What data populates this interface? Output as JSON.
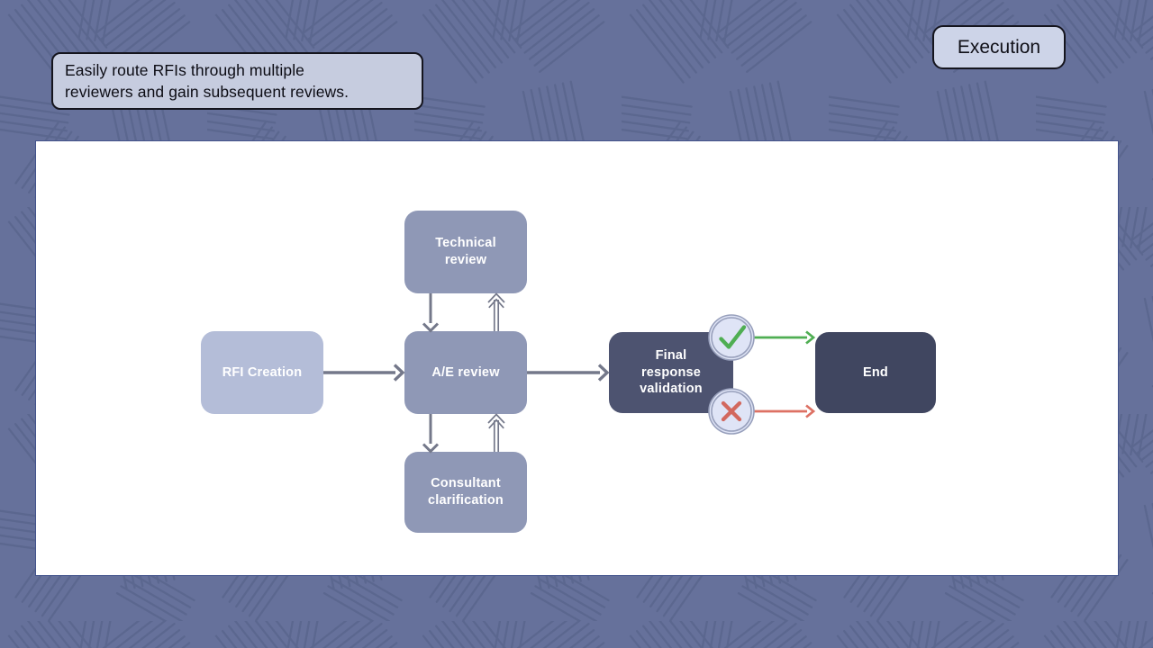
{
  "slide": {
    "badge": {
      "label": "Execution"
    },
    "caption": {
      "lines": [
        "Easily route RFIs through multiple",
        "reviewers and gain subsequent reviews."
      ]
    }
  },
  "diagram": {
    "nodes": [
      {
        "id": "rfi-creation",
        "label": "RFI Creation",
        "color": "#b4bdd8"
      },
      {
        "id": "technical-review",
        "label": "Technical review",
        "color": "#8f98b6"
      },
      {
        "id": "ae-review",
        "label": "A/E review",
        "color": "#8f98b6"
      },
      {
        "id": "consultant-clarification",
        "label": "Consultant clarification",
        "color": "#8f98b6"
      },
      {
        "id": "final-response-validation",
        "label": "Final response validation",
        "color": "#4d5370"
      },
      {
        "id": "end",
        "label": "End",
        "color": "#404660"
      }
    ],
    "edges": [
      {
        "from": "rfi-creation",
        "to": "ae-review",
        "style": "solid"
      },
      {
        "from": "technical-review",
        "to": "ae-review",
        "style": "solid"
      },
      {
        "from": "ae-review",
        "to": "technical-review",
        "style": "double"
      },
      {
        "from": "ae-review",
        "to": "consultant-clarification",
        "style": "solid"
      },
      {
        "from": "consultant-clarification",
        "to": "ae-review",
        "style": "double"
      },
      {
        "from": "ae-review",
        "to": "final-response-validation",
        "style": "solid"
      },
      {
        "from": "final-response-validation",
        "to": "end",
        "style": "approve"
      },
      {
        "from": "final-response-validation",
        "to": "end",
        "style": "reject"
      }
    ],
    "decisions": [
      {
        "id": "approve",
        "icon": "check-icon",
        "color": "#4fae53"
      },
      {
        "id": "reject",
        "icon": "x-icon",
        "color": "#d2685e"
      }
    ],
    "colors": {
      "connector": "#74788a",
      "approve": "#4fae53",
      "reject": "#dd7164",
      "circle_fill": "#dfe4f6",
      "circle_ring": "#98a0bc"
    }
  }
}
